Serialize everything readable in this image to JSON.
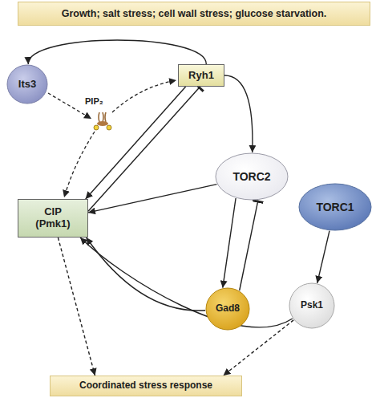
{
  "diagram": {
    "nodes": [
      {
        "text": [
          "Growth; salt stress; cell wall stress; glucose starvation."
        ]
      },
      {
        "text": [
          "Ryh1"
        ]
      },
      {
        "text": [
          "Its3"
        ]
      },
      {
        "text": [
          "CIP (Pmk1)"
        ]
      },
      {
        "text": [
          "TORC2"
        ]
      },
      {
        "text": [
          "TORC1"
        ]
      },
      {
        "text": [
          "Gad8"
        ]
      },
      {
        "text": [
          "Psk1"
        ]
      },
      {
        "text": [
          "Coordinated stress response"
        ]
      }
    ],
    "edges": [
      {
        "from": 1,
        "to": 2,
        "arrow": "to"
      },
      {
        "from": 1,
        "to": 3,
        "arrow": "to"
      },
      {
        "from": 3,
        "to": 1,
        "arrow": "to"
      },
      {
        "from": 1,
        "to": 4,
        "arrow": "to"
      },
      {
        "from": 4,
        "to": 3,
        "arrow": "to"
      },
      {
        "from": 4,
        "to": 6,
        "arrow": "to"
      },
      {
        "from": 6,
        "to": 4,
        "arrow": "to"
      },
      {
        "from": 5,
        "to": 7,
        "arrow": "to"
      },
      {
        "from": 6,
        "to": 3,
        "arrow": "to"
      },
      {
        "from": 7,
        "to": 3,
        "arrow": "to"
      },
      {
        "from": 3,
        "to": 8,
        "arrow": "to"
      },
      {
        "from": 7,
        "to": 8,
        "arrow": "to"
      }
    ],
    "labels": [
      "PIP₂"
    ]
  }
}
